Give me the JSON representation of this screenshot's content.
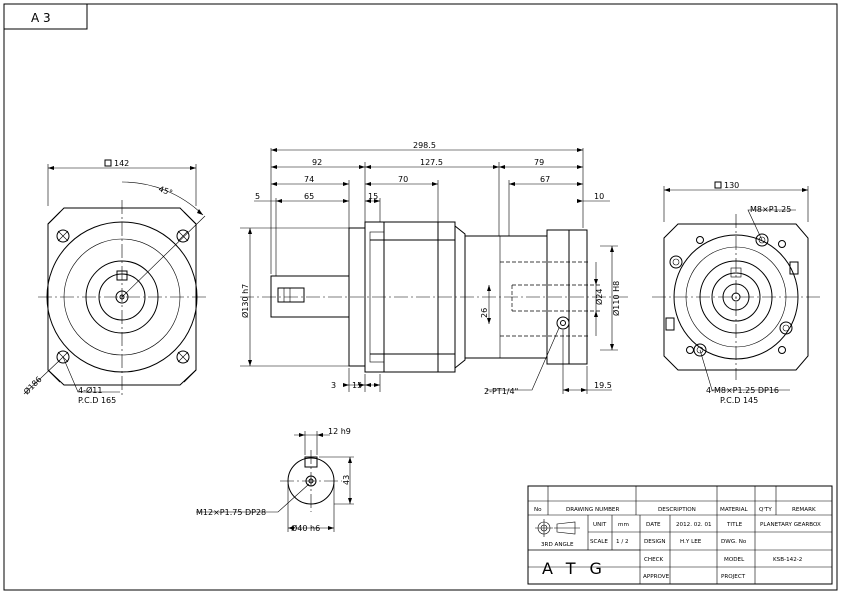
{
  "sheet_size": "A 3",
  "front_view": {
    "square_label": "142",
    "angle_label": "45°",
    "diameter_label": "Ø186",
    "hole_callout": "4-Ø11",
    "pcd_callout": "P.C.D 165"
  },
  "side_view": {
    "overall": "298.5",
    "d92": "92",
    "d127_5": "127.5",
    "d79": "79",
    "d74": "74",
    "d70": "70",
    "d67": "67",
    "d5": "5",
    "d65": "65",
    "d15_top": "15",
    "d10": "10",
    "d130h7": "Ø130 h7",
    "d26": "26",
    "d24": "Ø24",
    "d110h8": "Ø110 H8",
    "d3": "3",
    "d15_bot": "15",
    "pt_callout": "2-PT1/4\"",
    "d19_5": "19.5"
  },
  "rear_view": {
    "square_label": "130",
    "tap_top": "M8×P1.25",
    "tap_callout": "4-M8×P1.25 DP16",
    "pcd_callout": "P.C.D 145"
  },
  "shaft_detail": {
    "key_width": "12 h9",
    "key_height": "43",
    "thread": "M12×P1.75 DP28",
    "diameter": "Ø40 h6"
  },
  "title_block": {
    "header": [
      "No",
      "DRAWING NUMBER",
      "DESCRIPTION",
      "MATERIAL",
      "Q'TY",
      "REMARK"
    ],
    "projection": "3RD ANGLE",
    "unit_label": "UNIT",
    "unit_value": "mm",
    "scale_label": "SCALE",
    "scale_value": "1 / 2",
    "date_label": "DATE",
    "date_value": "2012. 02. 01",
    "design_label": "DESIGN",
    "design_value": "H.Y LEE",
    "check_label": "CHECK",
    "approve_label": "APPROVE",
    "title_label": "TITLE",
    "title_value": "PLANETARY GEARBOX",
    "dwg_label": "DWG. No",
    "model_label": "MODEL",
    "model_value": "KSB-142-2",
    "project_label": "PROJECT",
    "company": "ATG"
  }
}
